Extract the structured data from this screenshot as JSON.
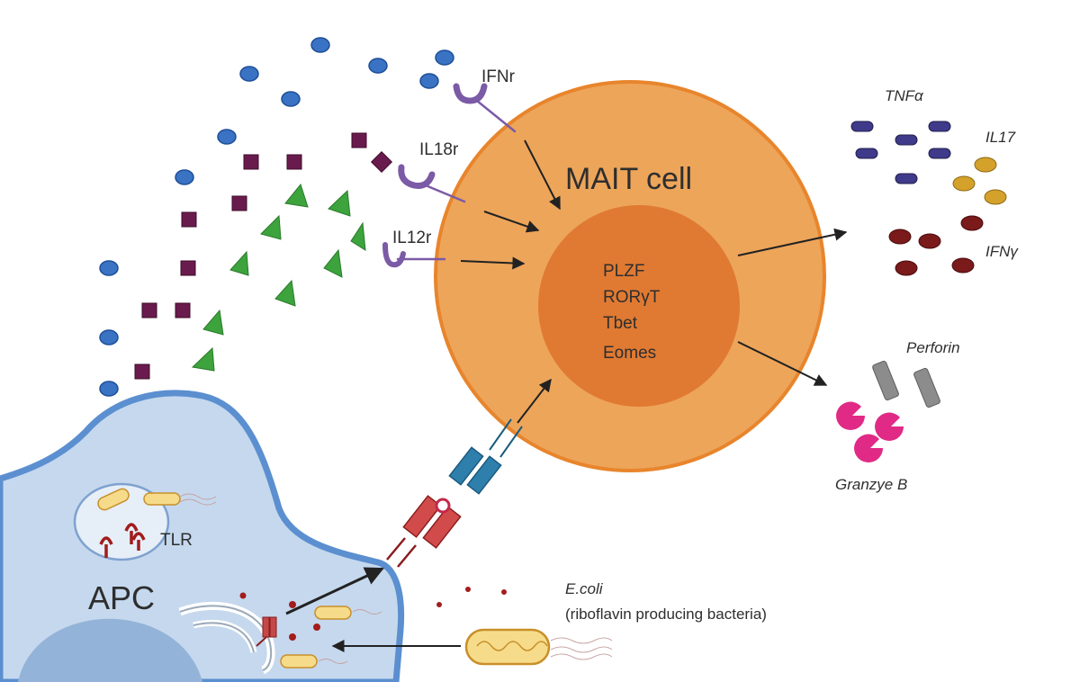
{
  "cell": {
    "title": "MAIT cell",
    "transcription_factors": [
      "PLZF",
      "RORγT",
      "Tbet",
      "Eomes"
    ]
  },
  "receptors": {
    "ifn": "IFNr",
    "il18": "IL18r",
    "il12": "IL12r"
  },
  "cytokines": {
    "tnf": "TNFα",
    "il17": "IL17",
    "ifng": "IFNγ"
  },
  "effectors": {
    "perforin": "Perforin",
    "granzyme": "Granzye B"
  },
  "apc": {
    "label": "APC",
    "tlr": "TLR"
  },
  "bacteria": {
    "name": "E.coli",
    "description": "(riboflavin producing bacteria)"
  },
  "colors": {
    "cell_outer": "#eda55a",
    "cell_border": "#e8852c",
    "nucleus": "#e07a32",
    "apc_fill": "#c5d8ee",
    "apc_border": "#5b8fd0",
    "apc_nucleus": "#93b4d8",
    "ifn_dot": "#3a72c4",
    "il18_square": "#6a1b4d",
    "il12_triangle": "#3da33d",
    "receptor": "#7b5aa6",
    "tnf": "#3f3a8a",
    "il17": "#d4a12a",
    "ifng": "#7a1a1a",
    "perforin": "#8c8c8c",
    "granzyme": "#e02a86"
  }
}
